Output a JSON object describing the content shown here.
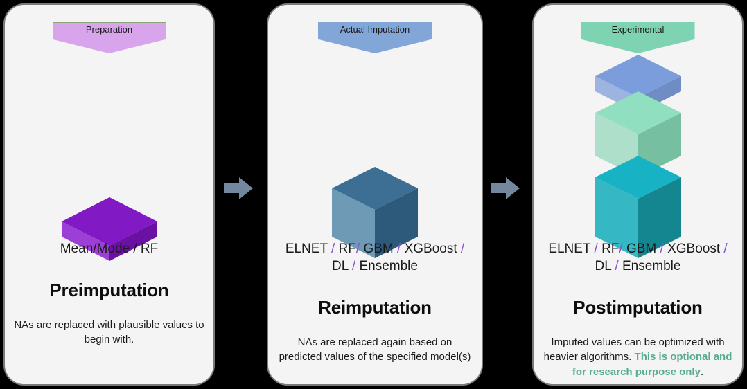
{
  "diagram": {
    "title": "Imputation workflow stages",
    "background_color": "#000000",
    "panel_background": "#f4f4f4",
    "separator_color": "#8b4fd8",
    "arrow_color": "#73879f"
  },
  "panels": [
    {
      "banner": {
        "label": "Preparation",
        "fill": "#d8a4ec",
        "stroke": "#8fa678"
      },
      "shape": {
        "name": "purple-slab-block",
        "blocks": [
          {
            "name": "slab",
            "top": "#8119c4",
            "left": "#9c3fd6",
            "right": "#6a11a4",
            "width": 138,
            "depth": 70,
            "height": 22
          }
        ]
      },
      "models": [
        {
          "text": "Mean/Mode / RF",
          "type": "plain"
        }
      ],
      "heading": "Preimputation",
      "description": [
        {
          "text": "NAs are replaced with plausible values to begin with.",
          "style": "plain"
        }
      ]
    },
    {
      "banner": {
        "label": "Actual Imputation",
        "fill": "#82a6d8",
        "stroke": "#82a6d8"
      },
      "shape": {
        "name": "blue-cube-block",
        "blocks": [
          {
            "name": "cube",
            "top": "#3d6e93",
            "left": "#6e9ab5",
            "right": "#2d5a7b",
            "width": 124,
            "depth": 62,
            "height": 70
          }
        ]
      },
      "models": [
        {
          "text": "ELNET",
          "type": "plain"
        },
        {
          "text": " / ",
          "type": "sep"
        },
        {
          "text": "RF",
          "type": "plain"
        },
        {
          "text": "/ ",
          "type": "sep"
        },
        {
          "text": "GBM",
          "type": "plain"
        },
        {
          "text": " /",
          "type": "sep"
        },
        {
          "text": " XGBoost",
          "type": "plain"
        },
        {
          "text": " / ",
          "type": "sep"
        },
        {
          "text": "DL",
          "type": "plain"
        },
        {
          "text": " / ",
          "type": "sep"
        },
        {
          "text": "Ensemble",
          "type": "plain"
        }
      ],
      "heading": "Reimputation",
      "description": [
        {
          "text": "NAs are replaced again based on predicted values of the specified model(s)",
          "style": "plain"
        }
      ]
    },
    {
      "banner": {
        "label": "Experimental",
        "fill": "#7ed3b2",
        "stroke": "#7ed3b2"
      },
      "shape": {
        "name": "stacked-three-block-tower",
        "blocks": [
          {
            "name": "top-block-periwinkle",
            "top": "#7b9ddb",
            "left": "#9db3e0",
            "right": "#6f8cc4",
            "width": 124,
            "depth": 62,
            "height": 22
          },
          {
            "name": "middle-block-mint",
            "top": "#8fdfc0",
            "left": "#addfcb",
            "right": "#76bfa0",
            "width": 124,
            "depth": 62,
            "height": 62
          },
          {
            "name": "bottom-block-teal",
            "top": "#17b3c4",
            "left": "#35b8c4",
            "right": "#13868f",
            "width": 124,
            "depth": 62,
            "height": 86
          }
        ]
      },
      "models": [
        {
          "text": "ELNET",
          "type": "plain"
        },
        {
          "text": " / ",
          "type": "sep"
        },
        {
          "text": "RF",
          "type": "plain"
        },
        {
          "text": "/ ",
          "type": "sep"
        },
        {
          "text": "GBM",
          "type": "plain"
        },
        {
          "text": " /",
          "type": "sep"
        },
        {
          "text": " XGBoost",
          "type": "plain"
        },
        {
          "text": " / ",
          "type": "sep"
        },
        {
          "text": "DL",
          "type": "plain"
        },
        {
          "text": " / ",
          "type": "sep"
        },
        {
          "text": "Ensemble",
          "type": "plain"
        }
      ],
      "heading": "Postimputation",
      "description": [
        {
          "text": "Imputed values can be optimized with heavier algorithms. ",
          "style": "plain"
        },
        {
          "text": "This is optional and for research purpose only",
          "style": "highlight"
        },
        {
          "text": ".",
          "style": "plain"
        }
      ]
    }
  ],
  "arrows": [
    {
      "name": "arrow-preimputation-to-reimputation",
      "direction": "right"
    },
    {
      "name": "arrow-reimputation-to-postimputation",
      "direction": "right"
    }
  ]
}
